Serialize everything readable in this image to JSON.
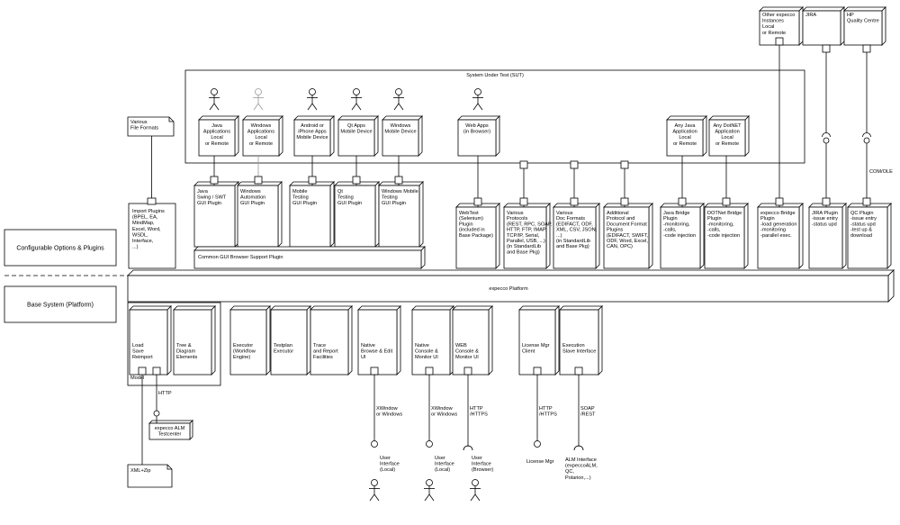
{
  "labels": {
    "configurable": "Configurable Options & Plugins",
    "base_system": "Base System (Platform)",
    "sut_title": "System Under Test (SUT)",
    "platform": "expecco Platform",
    "model": "Model",
    "com_ole": "COM/OLE"
  },
  "sut_apps": [
    {
      "name": "java",
      "lines": [
        "Java",
        "Applications",
        "",
        "Local",
        "or Remote"
      ]
    },
    {
      "name": "windows",
      "lines": [
        "Windows",
        "Applications",
        "",
        "Local",
        "or Remote"
      ]
    },
    {
      "name": "android",
      "lines": [
        "Android or",
        "iPhone Apps",
        "",
        "Mobile Device"
      ]
    },
    {
      "name": "qt",
      "lines": [
        "Qt Apps",
        "",
        "Mobile Device"
      ]
    },
    {
      "name": "windows-mobile",
      "lines": [
        "Windows",
        "",
        "Mobile Device"
      ]
    },
    {
      "name": "web",
      "lines": [
        "Web Apps",
        "(in Browser)"
      ]
    },
    {
      "name": "any-java",
      "lines": [
        "Any Java",
        "Application",
        "",
        "Local",
        "or Remote"
      ]
    },
    {
      "name": "any-dotnet",
      "lines": [
        "Any DotNET",
        "Application",
        "",
        "Local",
        "or Remote"
      ]
    }
  ],
  "external": [
    {
      "name": "other-expecco",
      "lines": [
        "Other expecco",
        "Instances",
        "",
        "Local",
        "or Remote"
      ]
    },
    {
      "name": "jira",
      "lines": [
        "JIRA"
      ]
    },
    {
      "name": "hp",
      "lines": [
        "HP",
        "Quality Centre"
      ]
    }
  ],
  "file_formats": [
    "Various",
    "File Formats"
  ],
  "import_plugins": [
    "Import Plugins",
    "",
    "(BPEL, EA,",
    "MindMap,",
    "Excel, Word,",
    "WSDL,",
    "Interface,",
    "...)"
  ],
  "gui_plugins": [
    {
      "name": "java",
      "lines": [
        "Java",
        "Swing / SWT",
        "",
        "GUI Plugin"
      ]
    },
    {
      "name": "windows",
      "lines": [
        "Windows",
        "Automation",
        "",
        "GUI Plugin"
      ]
    },
    {
      "name": "mobile",
      "lines": [
        "Mobile",
        "Testing",
        "",
        "GUI Plugin"
      ]
    },
    {
      "name": "qt",
      "lines": [
        "Qt",
        "Testing",
        "",
        "GUI Plugin"
      ]
    },
    {
      "name": "windows-mobile",
      "lines": [
        "Windows Mobile",
        "Testing",
        "",
        "GUI Plugin"
      ]
    }
  ],
  "common_gui": "Common GUI Browser Support Plugin",
  "plugins": [
    {
      "name": "webtest",
      "lines": [
        "WebTest",
        "(Selenium)",
        "",
        "Plugin",
        "",
        "(included in",
        "Base Package)"
      ]
    },
    {
      "name": "protocols",
      "lines": [
        "Various",
        "Protocols",
        "",
        "(REST, RPC, SOAP,",
        "HTTP, FTP, IMAP,",
        "TCP/IP, Serial,",
        "Parallel, USB, ...)",
        "",
        "(in StandardLib",
        "and Base Pkg)"
      ]
    },
    {
      "name": "docformats",
      "lines": [
        "Various",
        "Doc Formats",
        "",
        "(EDIFACT, ODF,",
        "XML, CSV, JSON,",
        "...)",
        "",
        "(in StandardLib",
        "and Base Pkg)"
      ]
    },
    {
      "name": "additional",
      "lines": [
        "Additional",
        "Protocol and",
        "Document Format",
        "Plugins",
        "",
        "(EDIFACT, SWIFT,",
        "ODF, Word, Excel,",
        "CAN, OPC)"
      ]
    },
    {
      "name": "javabridge",
      "lines": [
        "Java Bridge",
        "",
        "Plugin",
        "",
        "-monitoring,",
        "-calls,",
        "-code injection"
      ]
    },
    {
      "name": "dotnetbridge",
      "lines": [
        "DOTNet Bridge",
        "",
        "Plugin",
        "",
        "-monitoring,",
        "-calls,",
        "-code injection"
      ]
    },
    {
      "name": "expeccobridge",
      "lines": [
        "expecco Bridge",
        "",
        "Plugin",
        "",
        "-load generation",
        "-monitoring",
        "-parallel exec."
      ]
    },
    {
      "name": "jiraplugin",
      "lines": [
        "JIRA Plugin",
        "",
        "-issue entry",
        "-status upd"
      ]
    },
    {
      "name": "qcplugin",
      "lines": [
        "QC Plugin",
        "",
        "-issue entry",
        "-status upd",
        "-test up &",
        "download"
      ]
    }
  ],
  "base": [
    {
      "name": "load-save",
      "lines": [
        "Load",
        "Save",
        "Reimport"
      ]
    },
    {
      "name": "tree",
      "lines": [
        "Tree &",
        "Diagram",
        "Elements"
      ]
    },
    {
      "name": "executor",
      "lines": [
        "Executor",
        "(Workflow",
        "Engine)"
      ]
    },
    {
      "name": "testplan",
      "lines": [
        "Testplan",
        "Executor"
      ]
    },
    {
      "name": "trace",
      "lines": [
        "Trace",
        "and Report",
        "Facilities"
      ]
    },
    {
      "name": "native-browse",
      "lines": [
        "Native",
        "Browse & Edit",
        "UI"
      ]
    },
    {
      "name": "native-console",
      "lines": [
        "Native",
        "Console &",
        "Monitor UI"
      ]
    },
    {
      "name": "web-console",
      "lines": [
        "WEB",
        "Console &",
        "Monitor UI"
      ]
    },
    {
      "name": "license-client",
      "lines": [
        "License Mgr",
        "Client"
      ]
    },
    {
      "name": "exec-slave",
      "lines": [
        "Execution",
        "Slave Interface"
      ]
    }
  ],
  "connectors": [
    {
      "name": "http",
      "lines": [
        "HTTP"
      ]
    },
    {
      "name": "xwindow1",
      "lines": [
        "XWindow",
        "or Windows"
      ]
    },
    {
      "name": "xwindow2",
      "lines": [
        "XWindow",
        "or Windows"
      ]
    },
    {
      "name": "https-web",
      "lines": [
        "HTTP",
        "/HTTPS"
      ]
    },
    {
      "name": "https-lic",
      "lines": [
        "HTTP",
        "/HTTPS"
      ]
    },
    {
      "name": "soap",
      "lines": [
        "SOAP",
        "/REST"
      ]
    }
  ],
  "endpoints": [
    {
      "name": "alm-testcenter",
      "lines": [
        "expecco ALM",
        "Testcenter"
      ]
    },
    {
      "name": "xml-zip",
      "lines": [
        "XML+Zip"
      ]
    },
    {
      "name": "ui-local-1",
      "lines": [
        "User",
        "Interface",
        "(Local)"
      ]
    },
    {
      "name": "ui-local-2",
      "lines": [
        "User",
        "Interface",
        "(Local)"
      ]
    },
    {
      "name": "ui-browser",
      "lines": [
        "User",
        "Interface",
        "(Browser)"
      ]
    },
    {
      "name": "license-mgr",
      "lines": [
        "License Mgr"
      ]
    },
    {
      "name": "alm-interface",
      "lines": [
        "ALM Interface",
        "(expeccoALM,",
        "QC,",
        "Polarion,...)"
      ]
    }
  ]
}
